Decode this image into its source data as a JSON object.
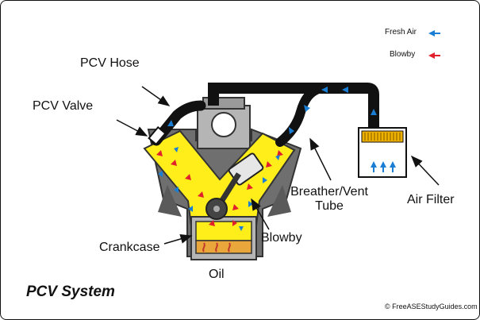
{
  "title": "PCV System",
  "credit": "© FreeASEStudyGuides.com",
  "legend": [
    {
      "label": "Fresh Air",
      "color": "#1a7fd4",
      "icon": "blue-arrow-icon"
    },
    {
      "label": "Blowby",
      "color": "#e0202a",
      "icon": "red-arrow-icon"
    }
  ],
  "labels": {
    "pcv_hose": "PCV Hose",
    "pcv_valve": "PCV Valve",
    "breather_line1": "Breather/Vent",
    "breather_line2": "Tube",
    "air_filter": "Air Filter",
    "crankcase": "Crankcase",
    "blowby": "Blowby",
    "oil": "Oil"
  },
  "colors": {
    "engine_fill": "#ffee1a",
    "hose": "#111111",
    "metal": "#9a9a9a",
    "fresh_air": "#1a7fd4",
    "blowby": "#e0202a"
  }
}
